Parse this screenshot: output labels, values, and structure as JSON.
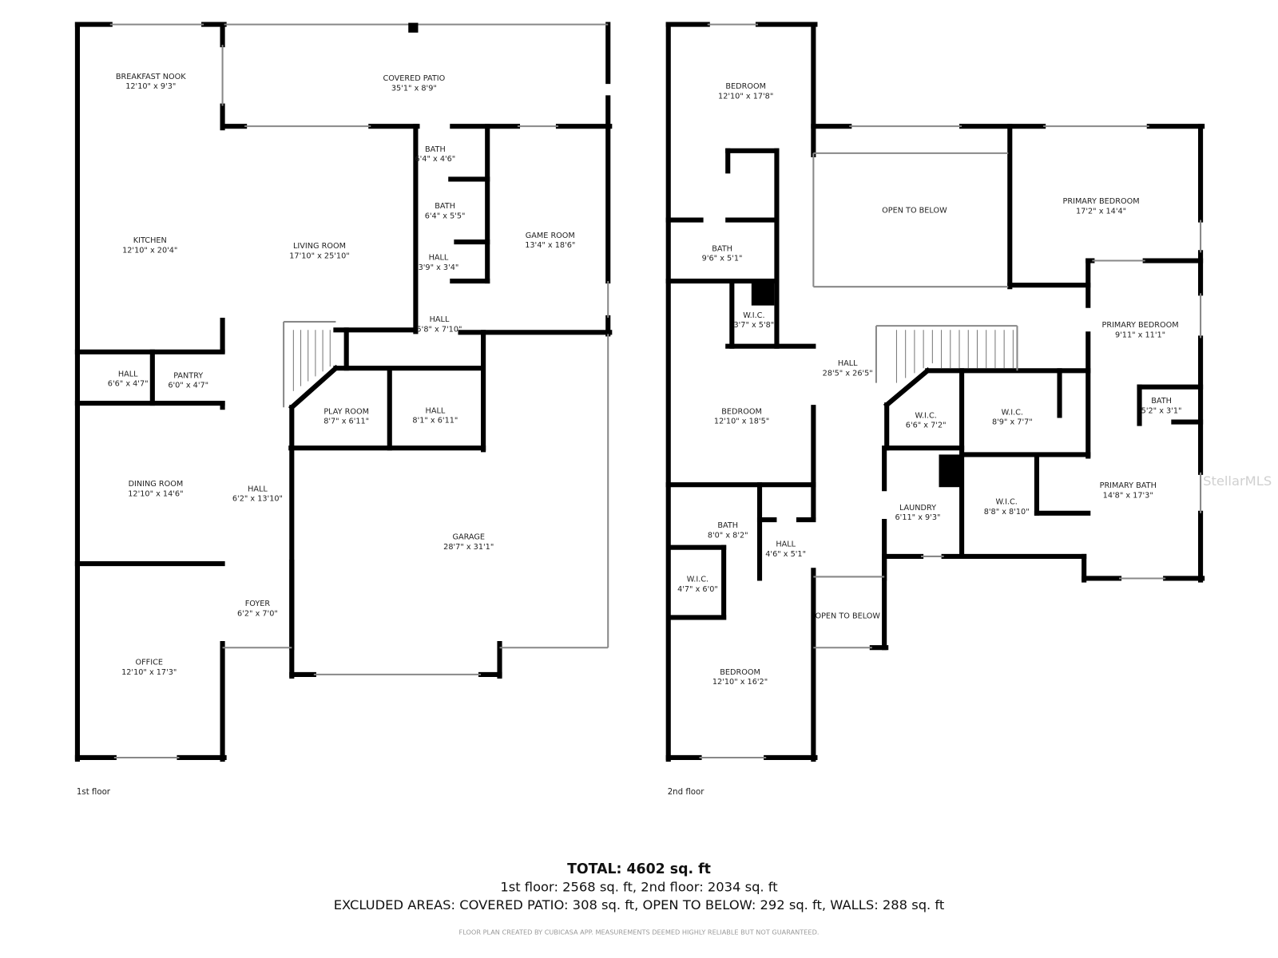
{
  "floor1": {
    "label": "1st floor",
    "rooms": [
      {
        "name": "BREAKFAST NOOK",
        "size": "12'10\" x 9'3\""
      },
      {
        "name": "COVERED PATIO",
        "size": "35'1\" x 8'9\""
      },
      {
        "name": "BATH",
        "size": "6'4\" x 4'6\""
      },
      {
        "name": "BATH",
        "size": "6'4\" x 5'5\""
      },
      {
        "name": "KITCHEN",
        "size": "12'10\" x 20'4\""
      },
      {
        "name": "LIVING ROOM",
        "size": "17'10\" x 25'10\""
      },
      {
        "name": "HALL",
        "size": "3'9\" x 3'4\""
      },
      {
        "name": "GAME ROOM",
        "size": "13'4\" x 18'6\""
      },
      {
        "name": "HALL",
        "size": "5'8\" x 7'10\""
      },
      {
        "name": "HALL",
        "size": "6'6\" x 4'7\""
      },
      {
        "name": "PANTRY",
        "size": "6'0\" x 4'7\""
      },
      {
        "name": "PLAY ROOM",
        "size": "8'7\" x 6'11\""
      },
      {
        "name": "HALL",
        "size": "8'1\" x 6'11\""
      },
      {
        "name": "DINING ROOM",
        "size": "12'10\" x 14'6\""
      },
      {
        "name": "HALL",
        "size": "6'2\" x 13'10\""
      },
      {
        "name": "GARAGE",
        "size": "28'7\" x 31'1\""
      },
      {
        "name": "FOYER",
        "size": "6'2\" x 7'0\""
      },
      {
        "name": "OFFICE",
        "size": "12'10\" x 17'3\""
      }
    ]
  },
  "floor2": {
    "label": "2nd floor",
    "rooms": [
      {
        "name": "BEDROOM",
        "size": "12'10\" x 17'8\""
      },
      {
        "name": "OPEN TO BELOW",
        "size": ""
      },
      {
        "name": "PRIMARY BEDROOM",
        "size": "17'2\" x 14'4\""
      },
      {
        "name": "BATH",
        "size": "9'6\" x 5'1\""
      },
      {
        "name": "W.I.C.",
        "size": "3'7\" x 5'8\""
      },
      {
        "name": "PRIMARY BEDROOM",
        "size": "9'11\" x 11'1\""
      },
      {
        "name": "HALL",
        "size": "28'5\" x 26'5\""
      },
      {
        "name": "BATH",
        "size": "5'2\" x 3'1\""
      },
      {
        "name": "BEDROOM",
        "size": "12'10\" x 18'5\""
      },
      {
        "name": "W.I.C.",
        "size": "6'6\" x 7'2\""
      },
      {
        "name": "W.I.C.",
        "size": "8'9\" x 7'7\""
      },
      {
        "name": "PRIMARY BATH",
        "size": "14'8\" x 17'3\""
      },
      {
        "name": "LAUNDRY",
        "size": "6'11\" x 9'3\""
      },
      {
        "name": "W.I.C.",
        "size": "8'8\" x 8'10\""
      },
      {
        "name": "BATH",
        "size": "8'0\" x 8'2\""
      },
      {
        "name": "HALL",
        "size": "4'6\" x 5'1\""
      },
      {
        "name": "W.I.C.",
        "size": "4'7\" x 6'0\""
      },
      {
        "name": "OPEN TO BELOW",
        "size": ""
      },
      {
        "name": "BEDROOM",
        "size": "12'10\" x 16'2\""
      }
    ]
  },
  "summary": {
    "total": "TOTAL: 4602 sq. ft",
    "floors": "1st floor: 2568 sq. ft, 2nd floor: 2034 sq. ft",
    "excluded": "EXCLUDED AREAS: COVERED PATIO: 308 sq. ft, OPEN TO BELOW: 292 sq. ft, WALLS: 288 sq. ft",
    "disclaimer": "FLOOR PLAN CREATED BY CUBICASA APP. MEASUREMENTS DEEMED HIGHLY RELIABLE BUT NOT GUARANTEED."
  },
  "watermark": "StellarMLS",
  "colors": {
    "wall": "#000000",
    "text": "#222222",
    "disclaimer": "#9a9a9a"
  }
}
